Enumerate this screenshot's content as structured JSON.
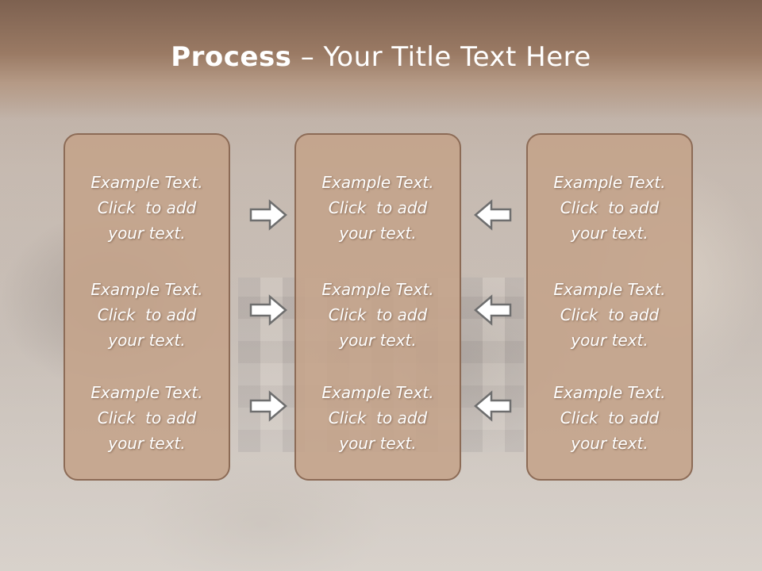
{
  "title": {
    "bold": "Process",
    "rest": " – Your Title Text Here"
  },
  "columns": [
    {
      "items": [
        {
          "line1": "Example Text.",
          "line2": "Click  to add",
          "line3": "your text."
        },
        {
          "line1": "Example Text.",
          "line2": "Click  to add",
          "line3": "your text."
        },
        {
          "line1": "Example Text.",
          "line2": "Click  to add",
          "line3": "your text."
        }
      ]
    },
    {
      "items": [
        {
          "line1": "Example Text.",
          "line2": "Click  to add",
          "line3": "your text."
        },
        {
          "line1": "Example Text.",
          "line2": "Click  to add",
          "line3": "your text."
        },
        {
          "line1": "Example Text.",
          "line2": "Click  to add",
          "line3": "your text."
        }
      ]
    },
    {
      "items": [
        {
          "line1": "Example Text.",
          "line2": "Click  to add",
          "line3": "your text."
        },
        {
          "line1": "Example Text.",
          "line2": "Click  to add",
          "line3": "your text."
        },
        {
          "line1": "Example Text.",
          "line2": "Click  to add",
          "line3": "your text."
        }
      ]
    }
  ],
  "arrows": {
    "left_group": [
      "arrow-right",
      "arrow-right",
      "arrow-right"
    ],
    "right_group": [
      "arrow-left",
      "arrow-left",
      "arrow-left"
    ]
  },
  "colors": {
    "box_fill": "#c4a38a",
    "box_border": "#8c6b56",
    "title_band": "#8a6b58",
    "text": "#ffffff"
  }
}
